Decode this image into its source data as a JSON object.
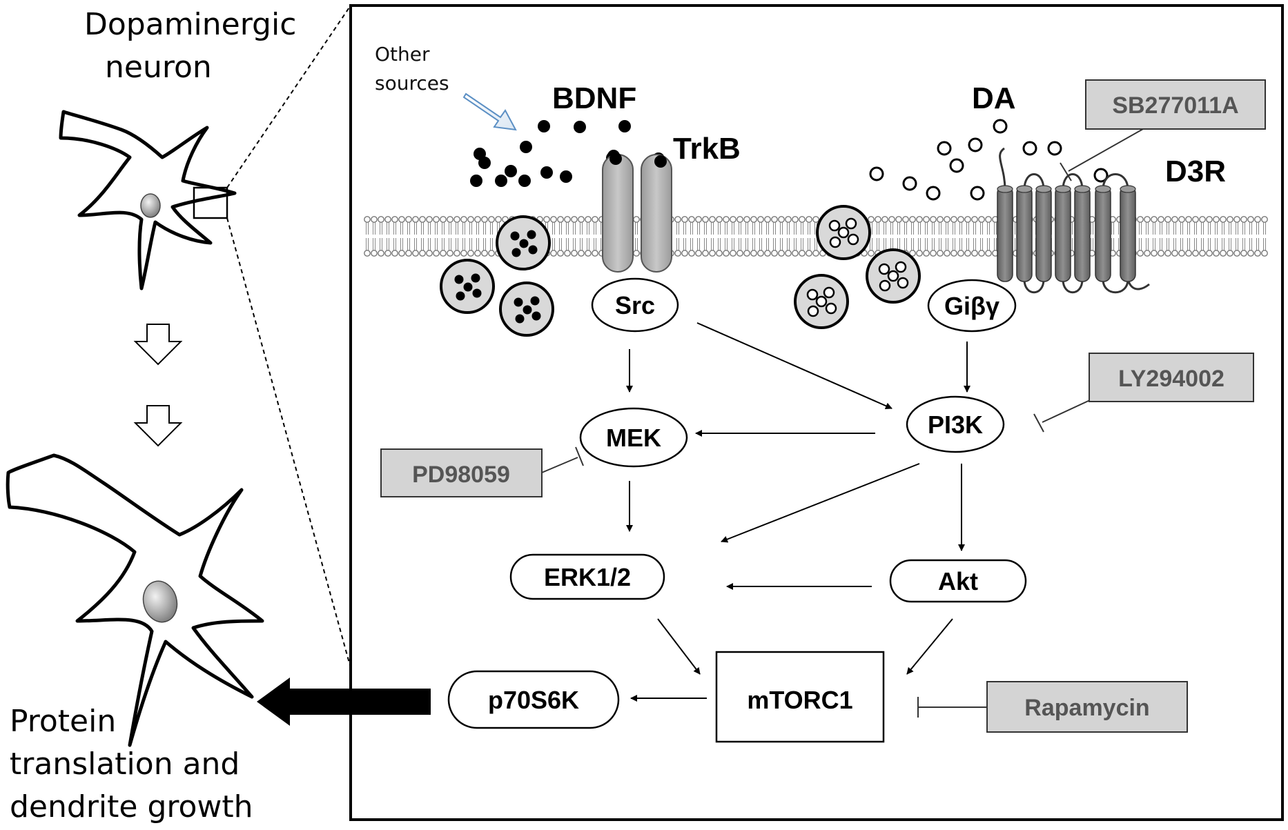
{
  "left_panel": {
    "neuron_label_line1": "Dopaminergic",
    "neuron_label_line2": "neuron",
    "outcome_line1": "Protein",
    "outcome_line2": "translation and",
    "outcome_line3": "dendrite growth"
  },
  "membrane": {
    "other_sources_line1": "Other",
    "other_sources_line2": "sources",
    "bdnf": "BDNF",
    "trkb": "TrkB",
    "da": "DA",
    "d3r": "D3R"
  },
  "nodes": {
    "src": "Src",
    "gibg": "Giβγ",
    "mek": "MEK",
    "pi3k": "PI3K",
    "erk": "ERK1/2",
    "akt": "Akt",
    "mtorc1": "mTORC1",
    "p70s6k": "p70S6K"
  },
  "inhibitors": {
    "sb": "SB277011A",
    "ly": "LY294002",
    "pd": "PD98059",
    "rapa": "Rapamycin"
  },
  "colors": {
    "inhibitor_fill": "#d4d4d4",
    "inhibitor_text": "#555555",
    "receptor_fill": "#bdbdbd",
    "receptor_dark": "#7a7a7a",
    "vesicle_fill": "#d9d9d9",
    "membrane_gray": "#888888"
  }
}
